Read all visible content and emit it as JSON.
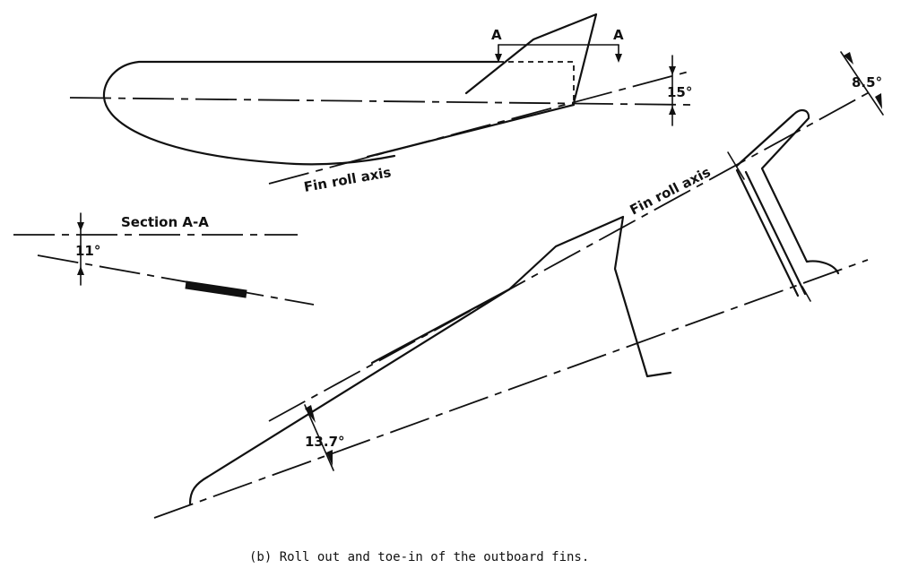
{
  "labels": {
    "section_mark": "A",
    "angle_top": "15°",
    "fin_roll_axis": "Fin roll axis",
    "section_title": "Section A-A",
    "angle_section": "11°",
    "angle_right": "8.5°",
    "angle_bottom": "13.7°"
  },
  "caption": "(b) Roll out and toe-in of the outboard fins."
}
